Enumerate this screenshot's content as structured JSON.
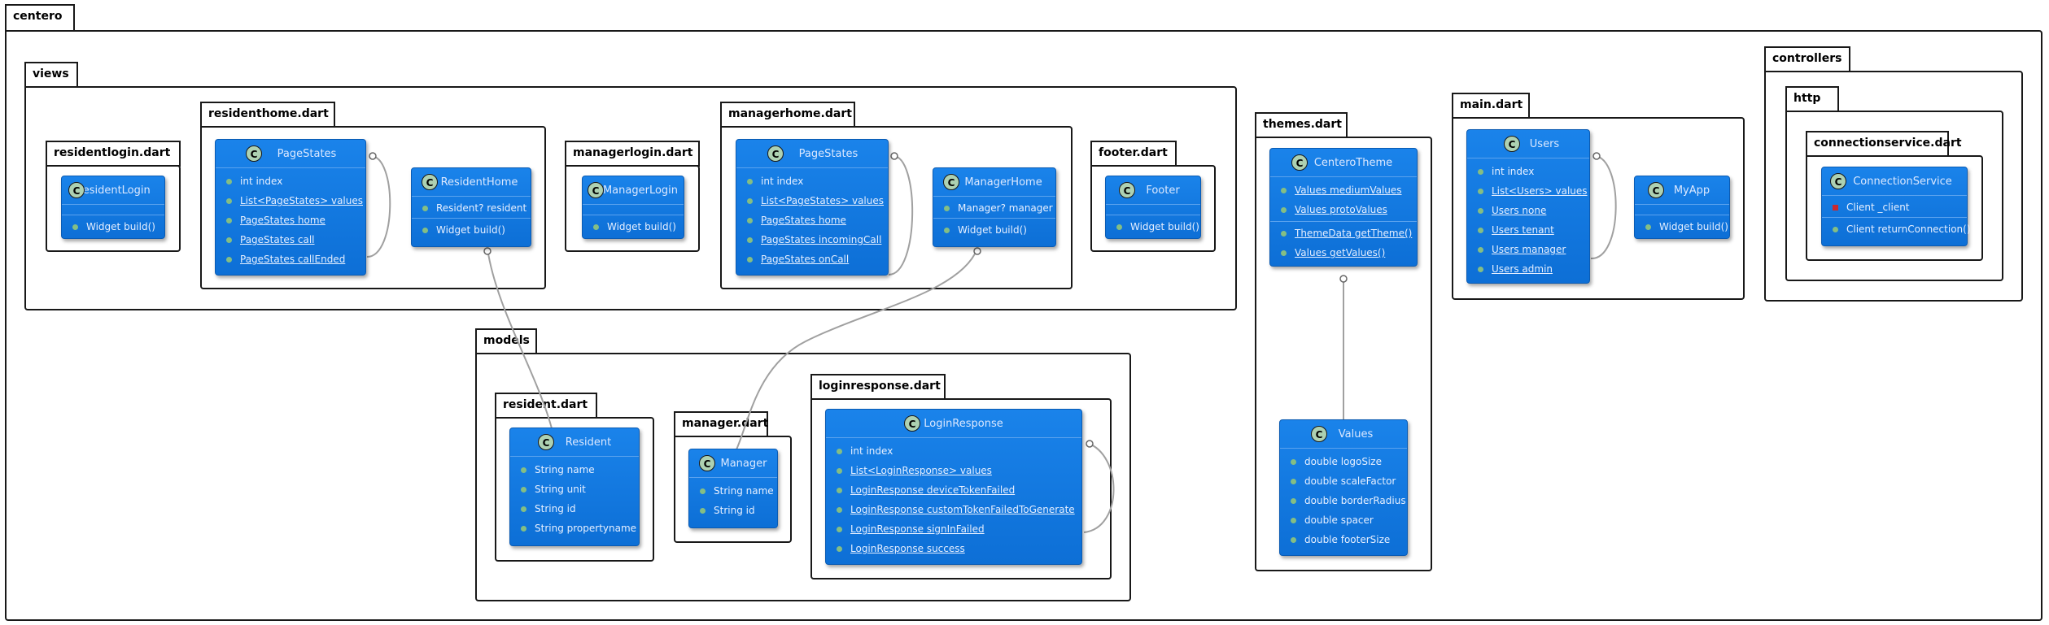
{
  "diagram": {
    "packages": {
      "centero": "centero",
      "views": "views",
      "residentlogin": "residentlogin.dart",
      "residenthome": "residenthome.dart",
      "managerlogin": "managerlogin.dart",
      "managerhome": "managerhome.dart",
      "footer": "footer.dart",
      "models": "models",
      "resident": "resident.dart",
      "manager": "manager.dart",
      "loginresponse": "loginresponse.dart",
      "themes": "themes.dart",
      "main": "main.dart",
      "controllers": "controllers",
      "http": "http",
      "connectionservice": "connectionservice.dart"
    },
    "classes": {
      "ResidentLogin": {
        "name": "ResidentLogin",
        "badge": "C",
        "fields": [],
        "methods": [
          "Widget build()"
        ]
      },
      "RHPageStates": {
        "name": "PageStates",
        "badge": "C",
        "fields": [
          {
            "text": "int index",
            "static": false
          },
          {
            "text": "List<PageStates> values",
            "static": true
          },
          {
            "text": "PageStates home",
            "static": true
          },
          {
            "text": "PageStates call",
            "static": true
          },
          {
            "text": "PageStates callEnded",
            "static": true
          }
        ]
      },
      "ResidentHome": {
        "name": "ResidentHome",
        "badge": "C",
        "fields": [
          "Resident? resident"
        ],
        "methods": [
          "Widget build()"
        ]
      },
      "ManagerLogin": {
        "name": "ManagerLogin",
        "badge": "C",
        "fields": [],
        "methods": [
          "Widget build()"
        ]
      },
      "MHPageStates": {
        "name": "PageStates",
        "badge": "C",
        "fields": [
          {
            "text": "int index",
            "static": false
          },
          {
            "text": "List<PageStates> values",
            "static": true
          },
          {
            "text": "PageStates home",
            "static": true
          },
          {
            "text": "PageStates incomingCall",
            "static": true
          },
          {
            "text": "PageStates onCall",
            "static": true
          }
        ]
      },
      "ManagerHome": {
        "name": "ManagerHome",
        "badge": "C",
        "fields": [
          "Manager? manager"
        ],
        "methods": [
          "Widget build()"
        ]
      },
      "Footer": {
        "name": "Footer",
        "badge": "C",
        "fields": [],
        "methods": [
          "Widget build()"
        ]
      },
      "Resident": {
        "name": "Resident",
        "badge": "C",
        "fields": [
          "String name",
          "String unit",
          "String id",
          "String propertyname"
        ]
      },
      "Manager": {
        "name": "Manager",
        "badge": "C",
        "fields": [
          "String name",
          "String id"
        ]
      },
      "LoginResponse": {
        "name": "LoginResponse",
        "badge": "C",
        "fields": [
          {
            "text": "int index",
            "static": false
          },
          {
            "text": "List<LoginResponse> values",
            "static": true
          },
          {
            "text": "LoginResponse deviceTokenFailed",
            "static": true
          },
          {
            "text": "LoginResponse customTokenFailedToGenerate",
            "static": true
          },
          {
            "text": "LoginResponse signInFailed",
            "static": true
          },
          {
            "text": "LoginResponse success",
            "static": true
          }
        ]
      },
      "CenteroTheme": {
        "name": "CenteroTheme",
        "badge": "C",
        "fields": [
          {
            "text": "Values mediumValues",
            "static": true
          },
          {
            "text": "Values protoValues",
            "static": true
          }
        ],
        "methods": [
          {
            "text": "ThemeData getTheme()",
            "static": true
          },
          {
            "text": "Values getValues()",
            "static": true
          }
        ]
      },
      "Values": {
        "name": "Values",
        "badge": "C",
        "fields": [
          "double logoSize",
          "double scaleFactor",
          "double borderRadius",
          "double spacer",
          "double footerSize"
        ]
      },
      "Users": {
        "name": "Users",
        "badge": "C",
        "fields": [
          {
            "text": "int index",
            "static": false
          },
          {
            "text": "List<Users> values",
            "static": true
          },
          {
            "text": "Users none",
            "static": true
          },
          {
            "text": "Users tenant",
            "static": true
          },
          {
            "text": "Users manager",
            "static": true
          },
          {
            "text": "Users admin",
            "static": true
          }
        ]
      },
      "MyApp": {
        "name": "MyApp",
        "badge": "C",
        "fields": [],
        "methods": [
          "Widget build()"
        ]
      },
      "ConnectionService": {
        "name": "ConnectionService",
        "badge": "C",
        "private_fields": [
          "Client _client"
        ],
        "methods": [
          "Client returnConnection()"
        ]
      }
    },
    "colors": {
      "class_fill": "#1a83ea",
      "badge": "#add1b2",
      "link": "#a0a0a0",
      "border": "#181818"
    }
  }
}
